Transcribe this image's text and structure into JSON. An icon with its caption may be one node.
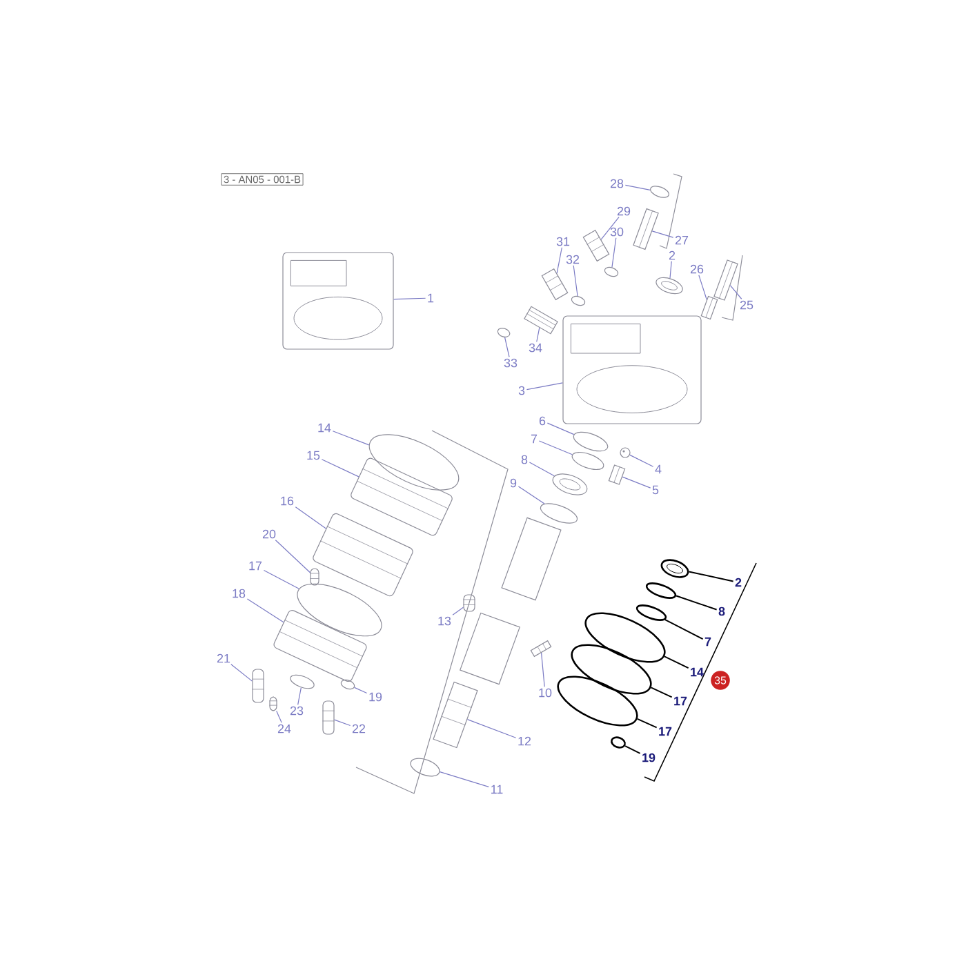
{
  "diagram": {
    "nodes": [
      {
        "text": [
          "3 - AN05 - 001-B"
        ]
      },
      {
        "text": [
          "1"
        ]
      },
      {
        "text": [],
        "shape": "picture"
      },
      {
        "text": [
          "28"
        ]
      },
      {
        "text": [],
        "shape": "picture"
      },
      {
        "text": [
          "29"
        ]
      },
      {
        "text": [],
        "shape": "picture"
      },
      {
        "text": [
          "30"
        ]
      },
      {
        "text": [],
        "shape": "picture"
      },
      {
        "text": [
          "27"
        ]
      },
      {
        "text": [],
        "shape": "picture"
      },
      {
        "text": [
          "31"
        ]
      },
      {
        "text": [],
        "shape": "picture"
      },
      {
        "text": [
          "32"
        ]
      },
      {
        "text": [],
        "shape": "picture"
      },
      {
        "text": [
          "2"
        ]
      },
      {
        "text": [],
        "shape": "picture"
      },
      {
        "text": [
          "26"
        ]
      },
      {
        "text": [],
        "shape": "picture"
      },
      {
        "text": [
          "25"
        ]
      },
      {
        "text": [],
        "shape": "picture"
      },
      {
        "text": [
          "34"
        ]
      },
      {
        "text": [],
        "shape": "picture"
      },
      {
        "text": [
          "33"
        ]
      },
      {
        "text": [],
        "shape": "picture"
      },
      {
        "text": [
          "3"
        ]
      },
      {
        "text": [],
        "shape": "picture"
      },
      {
        "text": [
          "6"
        ]
      },
      {
        "text": [],
        "shape": "picture"
      },
      {
        "text": [
          "7"
        ]
      },
      {
        "text": [],
        "shape": "picture"
      },
      {
        "text": [
          "8"
        ]
      },
      {
        "text": [],
        "shape": "picture"
      },
      {
        "text": [
          "9"
        ]
      },
      {
        "text": [],
        "shape": "picture"
      },
      {
        "text": [
          "4"
        ]
      },
      {
        "text": [],
        "shape": "circle"
      },
      {
        "text": [
          "5"
        ]
      },
      {
        "text": [],
        "shape": "picture"
      },
      {
        "text": [
          "14"
        ]
      },
      {
        "text": [],
        "shape": "picture"
      },
      {
        "text": [
          "15"
        ]
      },
      {
        "text": [],
        "shape": "picture"
      },
      {
        "text": [
          "16"
        ]
      },
      {
        "text": [],
        "shape": "picture"
      },
      {
        "text": [
          "20"
        ]
      },
      {
        "text": [],
        "shape": "box"
      },
      {
        "text": [
          "17"
        ]
      },
      {
        "text": [],
        "shape": "picture"
      },
      {
        "text": [
          "18"
        ]
      },
      {
        "text": [],
        "shape": "picture"
      },
      {
        "text": [
          "13"
        ]
      },
      {
        "text": [],
        "shape": "box"
      },
      {
        "text": [
          "10"
        ]
      },
      {
        "text": [],
        "shape": "picture"
      },
      {
        "text": [
          "21"
        ]
      },
      {
        "text": [],
        "shape": "box"
      },
      {
        "text": [
          "19"
        ]
      },
      {
        "text": [],
        "shape": "picture"
      },
      {
        "text": [
          "23"
        ]
      },
      {
        "text": [],
        "shape": "picture"
      },
      {
        "text": [
          "24"
        ]
      },
      {
        "text": [],
        "shape": "box"
      },
      {
        "text": [
          "22"
        ]
      },
      {
        "text": [],
        "shape": "box"
      },
      {
        "text": [
          "12"
        ]
      },
      {
        "text": [],
        "shape": "picture"
      },
      {
        "text": [
          "11"
        ]
      },
      {
        "text": [],
        "shape": "picture"
      },
      {
        "text": [
          "2"
        ]
      },
      {
        "text": [],
        "shape": "picture"
      },
      {
        "text": [
          "8"
        ]
      },
      {
        "text": [],
        "shape": "picture"
      },
      {
        "text": [
          "7"
        ]
      },
      {
        "text": [],
        "shape": "picture"
      },
      {
        "text": [
          "14"
        ]
      },
      {
        "text": [],
        "shape": "picture"
      },
      {
        "text": [
          "17"
        ]
      },
      {
        "text": [],
        "shape": "picture"
      },
      {
        "text": [
          "17"
        ]
      },
      {
        "text": [],
        "shape": "picture"
      },
      {
        "text": [
          "19"
        ]
      },
      {
        "text": [],
        "shape": "picture"
      },
      {
        "text": [
          "35"
        ]
      }
    ],
    "edges": [
      {
        "from": 1,
        "to": 2,
        "arrow": "none"
      },
      {
        "from": 3,
        "to": 4,
        "arrow": "none"
      },
      {
        "from": 5,
        "to": 6,
        "arrow": "none"
      },
      {
        "from": 7,
        "to": 8,
        "arrow": "none"
      },
      {
        "from": 9,
        "to": 10,
        "arrow": "none"
      },
      {
        "from": 11,
        "to": 12,
        "arrow": "none"
      },
      {
        "from": 13,
        "to": 14,
        "arrow": "none"
      },
      {
        "from": 15,
        "to": 16,
        "arrow": "none"
      },
      {
        "from": 17,
        "to": 18,
        "arrow": "none"
      },
      {
        "from": 19,
        "to": 20,
        "arrow": "none"
      },
      {
        "from": 21,
        "to": 22,
        "arrow": "none"
      },
      {
        "from": 23,
        "to": 24,
        "arrow": "none"
      },
      {
        "from": 25,
        "to": 26,
        "arrow": "none"
      },
      {
        "from": 27,
        "to": 28,
        "arrow": "none"
      },
      {
        "from": 29,
        "to": 30,
        "arrow": "none"
      },
      {
        "from": 31,
        "to": 32,
        "arrow": "none"
      },
      {
        "from": 33,
        "to": 34,
        "arrow": "none"
      },
      {
        "from": 35,
        "to": 36,
        "arrow": "none"
      },
      {
        "from": 37,
        "to": 38,
        "arrow": "none"
      },
      {
        "from": 39,
        "to": 40,
        "arrow": "none"
      },
      {
        "from": 41,
        "to": 42,
        "arrow": "none"
      },
      {
        "from": 43,
        "to": 44,
        "arrow": "none"
      },
      {
        "from": 45,
        "to": 46,
        "arrow": "none"
      },
      {
        "from": 47,
        "to": 48,
        "arrow": "none"
      },
      {
        "from": 49,
        "to": 50,
        "arrow": "none"
      },
      {
        "from": 51,
        "to": 52,
        "arrow": "none"
      },
      {
        "from": 53,
        "to": 54,
        "arrow": "none"
      },
      {
        "from": 55,
        "to": 56,
        "arrow": "none"
      },
      {
        "from": 57,
        "to": 58,
        "arrow": "none"
      },
      {
        "from": 59,
        "to": 60,
        "arrow": "none"
      },
      {
        "from": 61,
        "to": 62,
        "arrow": "none"
      },
      {
        "from": 63,
        "to": 64,
        "arrow": "none"
      },
      {
        "from": 65,
        "to": 66,
        "arrow": "none"
      },
      {
        "from": 67,
        "to": 68,
        "arrow": "none"
      },
      {
        "from": 69,
        "to": 70,
        "arrow": "none",
        "color": "#000000"
      },
      {
        "from": 71,
        "to": 72,
        "arrow": "none",
        "color": "#000000"
      },
      {
        "from": 73,
        "to": 74,
        "arrow": "none",
        "color": "#000000"
      },
      {
        "from": 75,
        "to": 76,
        "arrow": "none",
        "color": "#000000"
      },
      {
        "from": 77,
        "to": 78,
        "arrow": "none",
        "color": "#000000"
      },
      {
        "from": 79,
        "to": 80,
        "arrow": "none",
        "color": "#000000"
      },
      {
        "from": 81,
        "to": 82,
        "arrow": "none",
        "color": "#000000"
      }
    ]
  }
}
